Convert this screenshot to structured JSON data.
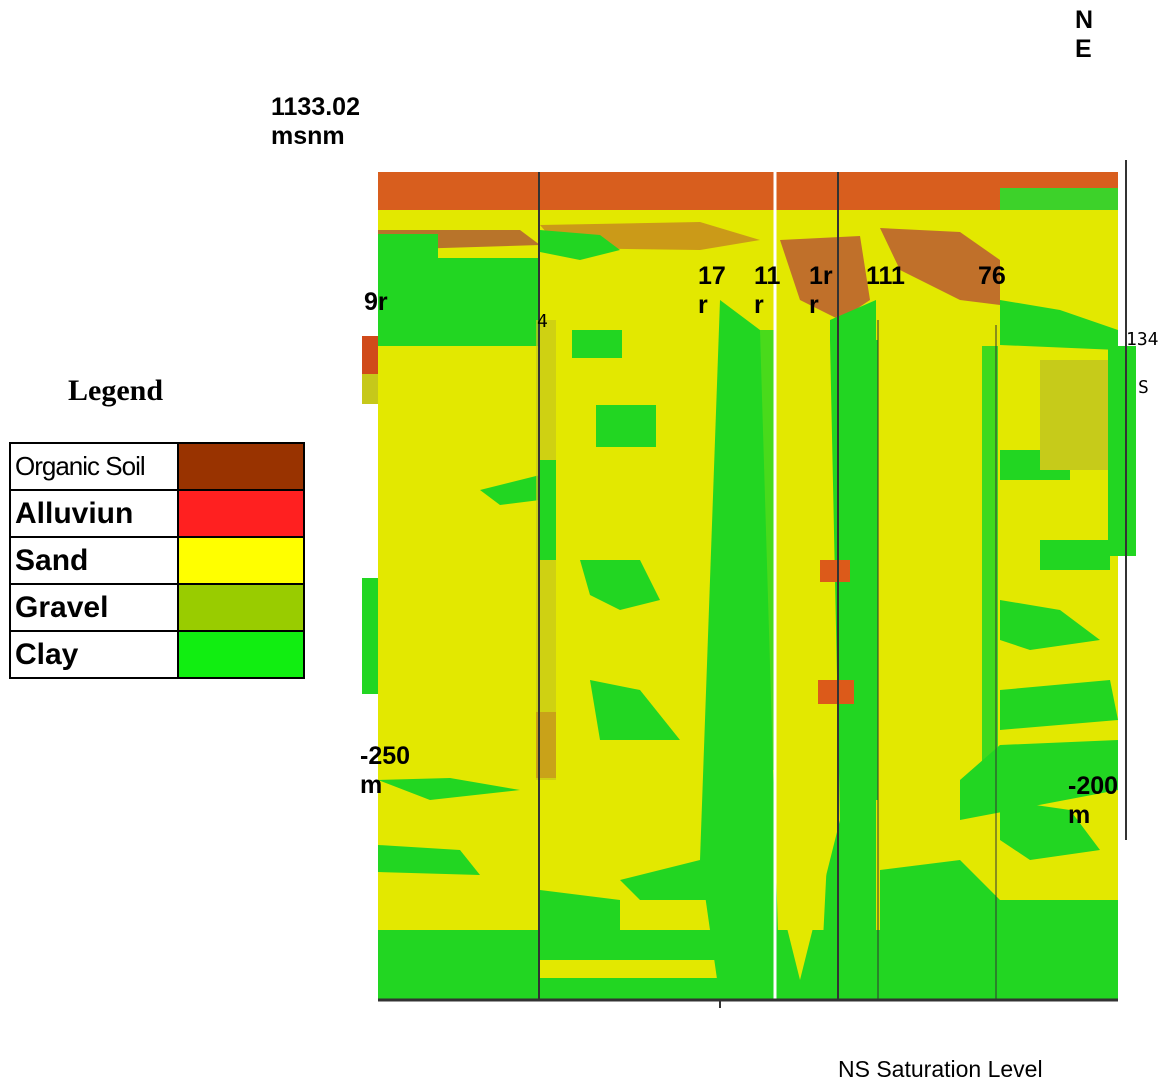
{
  "labels": {
    "north_east": "N\nE",
    "elevation": "1133.02\nmsnm",
    "depth_left": "-250\nm",
    "depth_right": "-200\nm",
    "footer": "NS Saturation Level"
  },
  "wells": [
    {
      "id": "9r"
    },
    {
      "id": "17\nr"
    },
    {
      "id": "11\nr"
    },
    {
      "id": "1r\nr"
    },
    {
      "id": "111"
    },
    {
      "id": "76"
    }
  ],
  "marks": {
    "left": "4",
    "right_top": "134",
    "right_sub": "S"
  },
  "legend": {
    "title": "Legend",
    "items": [
      {
        "label": "Organic Soil",
        "color": "#993300"
      },
      {
        "label": "Alluviun",
        "color": "#ff2020"
      },
      {
        "label": "Sand",
        "color": "#ffff00"
      },
      {
        "label": "Gravel",
        "color": "#99cc00"
      },
      {
        "label": "Clay",
        "color": "#11ee11"
      }
    ]
  },
  "colors": {
    "sand": "#e6ea00",
    "clay": "#1fd61f",
    "organic": "#d65a1a",
    "alluvium": "#d43a1a",
    "gravel": "#c4cc00",
    "brown_band": "#b07a2a"
  }
}
